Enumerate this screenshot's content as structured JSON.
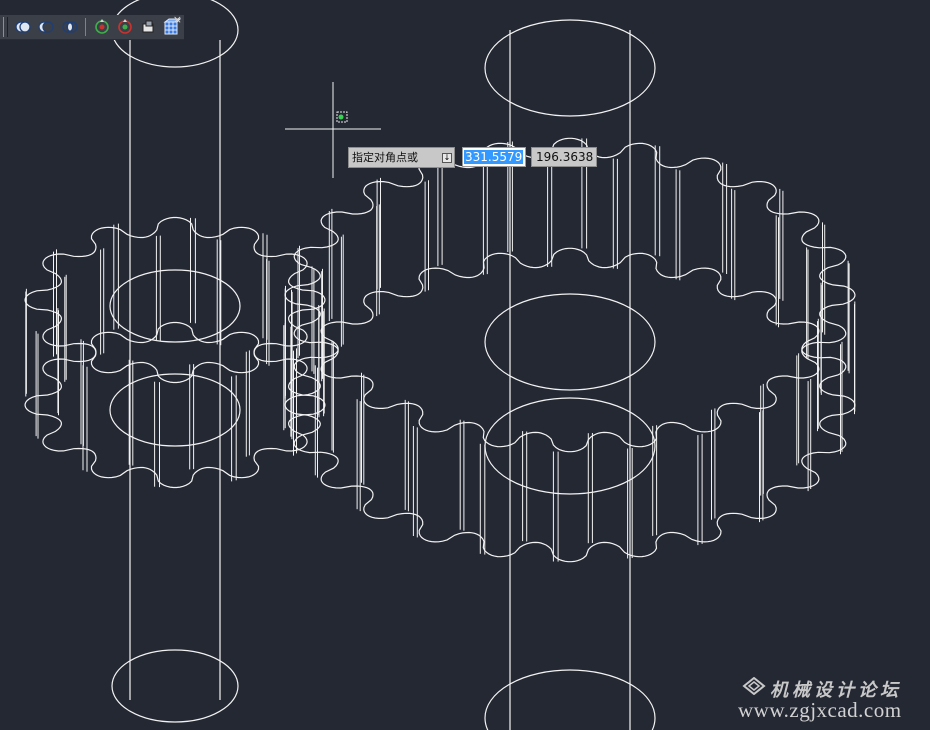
{
  "toolbar": {
    "buttons": [
      {
        "name": "union-icon"
      },
      {
        "name": "subtract-icon"
      },
      {
        "name": "intersect-icon"
      },
      {
        "name": "orbit-icon"
      },
      {
        "name": "free-orbit-icon"
      },
      {
        "name": "shade-icon"
      },
      {
        "name": "view-cube-icon"
      }
    ],
    "close_label": "×"
  },
  "dynamic_input": {
    "prompt": "指定对角点或",
    "arrow": "↓",
    "x_value": "331.5579",
    "y_value": "196.3638"
  },
  "watermark": {
    "title": "机械设计论坛",
    "url": "www.zgjxcad.com"
  },
  "colors": {
    "canvas_background": "#232833",
    "wireframe": "#f2f2f2",
    "selection": "#3399ff"
  }
}
